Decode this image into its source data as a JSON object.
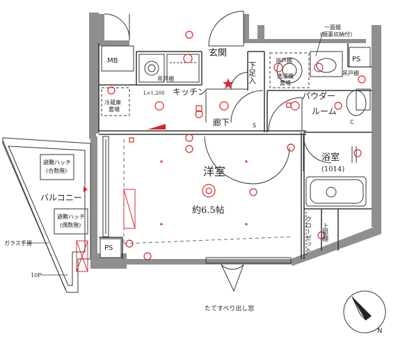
{
  "rooms": {
    "western_room": "洋室",
    "western_room_size": "約6.5帖",
    "kitchen": "キッチン",
    "kitchen_length": "L=1,200",
    "entrance": "玄関",
    "hallway": "廊下",
    "shoe_box": "下足入",
    "powder_room_line1": "パウダー",
    "powder_room_line2": "ルーム",
    "bathroom": "浴室",
    "bathroom_size": "(1014)",
    "closet": "クローゼット",
    "upper_shelf": "上部棚",
    "balcony": "バルコニー"
  },
  "labels": {
    "mb": "MB",
    "ps_top": "PS",
    "ps_bottom": "PS",
    "s_mark": "S",
    "c_mark": "C",
    "hanging_shelf_kitchen": "吊戸棚",
    "hanging_shelf_wash": "吊戸棚",
    "hanging_shelf_powder": "吊戸棚",
    "fridge_line1": "冷蔵庫",
    "fridge_line2": "置場",
    "washer_line1": "洗濯機",
    "washer_line2": "置場",
    "mirror_line1": "一面鏡",
    "mirror_line2": "(鏡裏収納付)",
    "hatch_up_line1": "避難ハッチ",
    "hatch_up_line2": "(合数階)",
    "hatch_down_line1": "避難ハッチ",
    "hatch_down_line2": "(偶数階)",
    "glass_railing": "ガラス手摺",
    "floor_10f": "10F",
    "window_caption": "たてすべり出し窓",
    "compass_n": "N"
  },
  "colors": {
    "wall": "#8f8f8f",
    "line": "#333333",
    "accent": "#d8262b"
  }
}
